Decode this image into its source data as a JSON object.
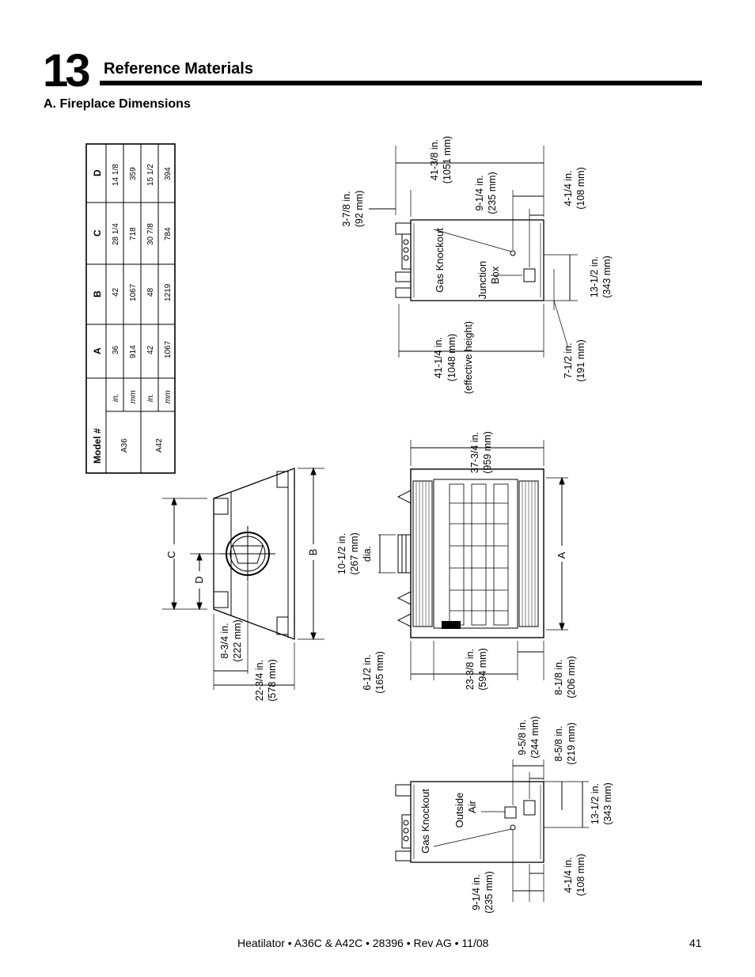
{
  "header": {
    "chapter_number": "13",
    "chapter_title": "Reference Materials",
    "section_title": "A. Fireplace Dimensions"
  },
  "table": {
    "model_header": "Model #",
    "columns": [
      "A",
      "B",
      "C",
      "D"
    ],
    "rows": [
      {
        "model": "A36",
        "unit": "in.",
        "values": [
          "36",
          "42",
          "28 1/4",
          "14 1/8"
        ]
      },
      {
        "model": "",
        "unit": "mm",
        "values": [
          "914",
          "1067",
          "718",
          "359"
        ]
      },
      {
        "model": "A42",
        "unit": "in.",
        "values": [
          "42",
          "48",
          "30 7/8",
          "15 1/2"
        ]
      },
      {
        "model": "",
        "unit": "mm",
        "values": [
          "1067",
          "1219",
          "784",
          "394"
        ]
      }
    ]
  },
  "top_view": {
    "letter_c": "C",
    "letter_d": "D",
    "letter_b": "B",
    "dim1": [
      "8-3/4 in.",
      "(222 mm)"
    ],
    "dim2": [
      "22-3/4 in.",
      "(578 mm)"
    ]
  },
  "front_view": {
    "letter_a": "A",
    "dim_width": [
      "37-3/4 in.",
      "(959 mm)"
    ],
    "dim_vent": [
      "10-1/2 in.",
      "(267 mm)",
      "dia."
    ],
    "dim_left": [
      "6-1/2 in.",
      "(165 mm)"
    ],
    "dim_center": [
      "23-3/8 in.",
      "(594 mm)"
    ],
    "dim_right": [
      "8-1/8 in.",
      "(206 mm)"
    ]
  },
  "side_view_right": {
    "dim_top": [
      "3-7/8 in.",
      "(92 mm)"
    ],
    "dim_overall": [
      "41-3/8 in.",
      "(1051 mm)"
    ],
    "dim_knock": [
      "9-1/4 in.",
      "(235 mm)"
    ],
    "dim_knock_d": [
      "4-1/4 in.",
      "(108 mm)"
    ],
    "label_gas": "Gas Knockout",
    "label_jbox": [
      "Junction",
      "Box"
    ],
    "dim_jbox": [
      "13-1/2 in.",
      "(343 mm)"
    ],
    "dim_eff": [
      "41-1/4 in.",
      "(1048 mm)",
      "(effective height)"
    ],
    "dim_base": [
      "7-1/2 in.",
      "(191 mm)"
    ]
  },
  "side_view_left": {
    "dim_a": [
      "9-5/8 in.",
      "(244 mm)"
    ],
    "dim_b": [
      "8-5/8 in.",
      "(219 mm)"
    ],
    "dim_c": [
      "13-1/2 in.",
      "(343 mm)"
    ],
    "label_gas": "Gas Knockout",
    "label_air": [
      "Outside",
      "Air"
    ],
    "dim_d": [
      "9-1/4 in.",
      "(235 mm)"
    ],
    "dim_e": [
      "4-1/4 in.",
      "(108 mm)"
    ]
  },
  "footer": {
    "text": "Heatilator • A36C & A42C • 28396 • Rev AG  • 11/08",
    "page": "41"
  }
}
